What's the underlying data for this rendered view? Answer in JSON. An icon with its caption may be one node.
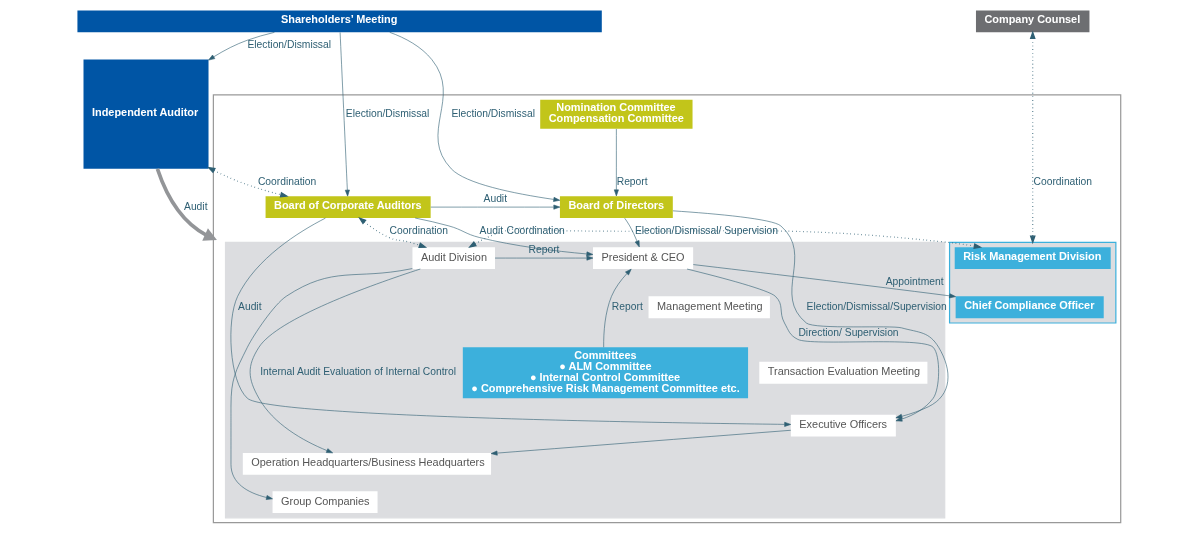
{
  "diagram": {
    "nodes": [
      {
        "text": [
          "Shareholders’ Meeting"
        ]
      },
      {
        "text": [
          "Independent Auditor"
        ]
      },
      {
        "text": [
          "Company Counsel"
        ]
      },
      {
        "text": [],
        "shape": "box"
      },
      {
        "text": [
          "Board of Corporate Auditors"
        ],
        "in": 3
      },
      {
        "text": [
          "Board of Directors"
        ],
        "in": 3
      },
      {
        "text": [
          "Nomination Committee",
          "Compensation Committee"
        ],
        "in": 3
      },
      {
        "text": [],
        "shape": "box",
        "in": 3
      },
      {
        "text": [
          "Audit Division"
        ],
        "in": 7
      },
      {
        "text": [
          "President & CEO"
        ],
        "in": 7
      },
      {
        "text": [
          "Management Meeting"
        ],
        "in": 7
      },
      {
        "text": [
          "Transaction Evaluation Meeting"
        ],
        "in": 7
      },
      {
        "text": [
          "Executive Officers"
        ],
        "in": 7
      },
      {
        "text": [
          "Operation Headquarters/Business Headquarters"
        ],
        "in": 7
      },
      {
        "text": [
          "Group Companies"
        ],
        "in": 7
      },
      {
        "text": [
          "Committees",
          "● ALM Committee",
          "● Internal Control Committee",
          "● Comprehensive Risk Management Committee etc."
        ],
        "in": 7
      },
      {
        "text": [],
        "shape": "box",
        "in": 3
      },
      {
        "text": [
          "Risk Management Division"
        ],
        "in": 16
      },
      {
        "text": [
          "Chief Compliance Officer"
        ],
        "in": 16
      }
    ],
    "edges": [
      {
        "from": 0,
        "to": 1,
        "arrow": "to",
        "label": "Election/Dismissal"
      },
      {
        "from": 0,
        "to": 4,
        "arrow": "to",
        "label": "Election/Dismissal"
      },
      {
        "from": 0,
        "to": 5,
        "arrow": "to",
        "label": "Election/Dismissal"
      },
      {
        "from": 1,
        "to": 3,
        "arrow": "to",
        "label": "Audit",
        "style": "thick",
        "color": "#939598"
      },
      {
        "from": 1,
        "to": 4,
        "arrow": "both",
        "label": "Coordination",
        "style": "dashed"
      },
      {
        "from": 2,
        "to": 16,
        "arrow": "both",
        "label": "Coordination",
        "style": "dashed"
      },
      {
        "from": 4,
        "to": 5,
        "arrow": "to",
        "label": "Audit"
      },
      {
        "from": 6,
        "to": 5,
        "arrow": "to",
        "label": "Report"
      },
      {
        "from": 4,
        "to": 8,
        "arrow": "both",
        "label": "Coordination",
        "style": "dashed"
      },
      {
        "from": 4,
        "to": 9,
        "arrow": "to",
        "label": "Audit"
      },
      {
        "from": 4,
        "to": 12,
        "arrow": "to",
        "label": "Audit"
      },
      {
        "from": 5,
        "to": 9,
        "arrow": "to",
        "label": "Election/Dismissal/ Supervision"
      },
      {
        "from": 5,
        "to": 12,
        "arrow": "to",
        "label": "Election/Dismissal/Supervision"
      },
      {
        "from": 8,
        "to": 17,
        "arrow": "both",
        "label": "Coordination",
        "style": "dashed"
      },
      {
        "from": 8,
        "to": 9,
        "arrow": "to",
        "label": "Report"
      },
      {
        "from": 9,
        "to": 18,
        "arrow": "to",
        "label": "Appointment"
      },
      {
        "from": 15,
        "to": 9,
        "arrow": "to",
        "label": "Report"
      },
      {
        "from": 9,
        "to": 12,
        "arrow": "to",
        "label": "Direction/ Supervision"
      },
      {
        "from": 8,
        "to": 13,
        "arrow": "to",
        "label": "Internal Audit Evaluation of Internal Control"
      },
      {
        "from": 8,
        "to": 14,
        "arrow": "to"
      },
      {
        "from": 12,
        "to": 13,
        "arrow": "to"
      }
    ]
  }
}
